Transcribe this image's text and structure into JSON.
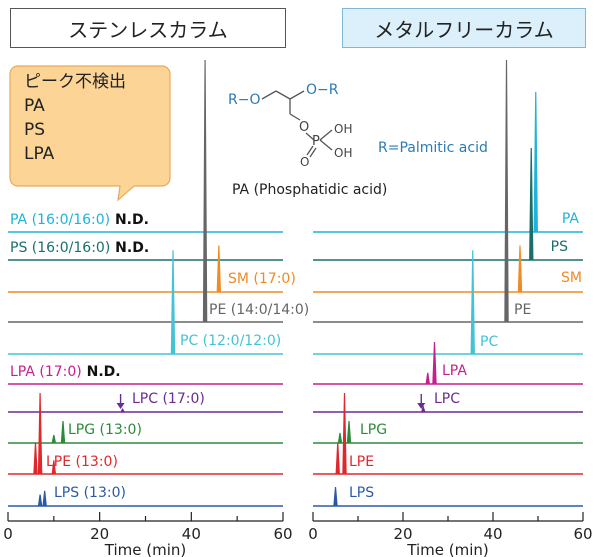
{
  "headers": {
    "left": "ステンレスカラム",
    "right": "メタルフリーカラム"
  },
  "callout": {
    "title": "ピーク不検出",
    "items": [
      "PA",
      "PS",
      "LPA"
    ]
  },
  "structure": {
    "r_left": "R−O",
    "r_right": "O−R",
    "o_chain": "O",
    "p_atom": "P",
    "oh1": "OH",
    "oh2": "OH",
    "o_double": "O",
    "r_def": "R=Palmitic acid",
    "name": "PA (Phosphatidic acid)"
  },
  "colors": {
    "PA": "#1fb3d8",
    "PS": "#1a6f6a",
    "SM": "#f08a24",
    "PE": "#666666",
    "PC": "#45c3d6",
    "LPA": "#c71f8e",
    "LPC": "#6a2b93",
    "LPG": "#2e8a3a",
    "LPE": "#e0282c",
    "LPS": "#2a5aa6",
    "struct": "#2b7bb5"
  },
  "chart_data": [
    {
      "type": "line",
      "panel": "ステンレスカラム",
      "xlabel": "Time (min)",
      "xlim": [
        0,
        60
      ],
      "xticks": [
        0,
        20,
        40,
        60
      ],
      "series": [
        {
          "name": "PA (16:0/16:0)",
          "nd": "N.D.",
          "peaks": []
        },
        {
          "name": "PS (16:0/16:0)",
          "nd": "N.D.",
          "peaks": []
        },
        {
          "name": "SM (17:0)",
          "peaks": [
            [
              46,
              0.75
            ]
          ]
        },
        {
          "name": "PE (14:0/14:0)",
          "peaks": [
            [
              43,
              1.0
            ]
          ]
        },
        {
          "name": "PC (12:0/12:0)",
          "peaks": [
            [
              36,
              0.85
            ]
          ]
        },
        {
          "name": "LPA (17:0)",
          "nd": "N.D.",
          "peaks": []
        },
        {
          "name": "LPC (17:0)",
          "peaks": [
            [
              25,
              0.1
            ]
          ]
        },
        {
          "name": "LPG (13:0)",
          "peaks": [
            [
              10,
              0.2
            ],
            [
              12,
              0.55
            ]
          ]
        },
        {
          "name": "LPE (13:0)",
          "peaks": [
            [
              6,
              0.35
            ],
            [
              7,
              0.9
            ],
            [
              10,
              0.15
            ]
          ]
        },
        {
          "name": "LPS (13:0)",
          "peaks": [
            [
              7,
              0.3
            ],
            [
              8,
              0.4
            ]
          ]
        }
      ]
    },
    {
      "type": "line",
      "panel": "メタルフリーカラム",
      "xlabel": "Time (min)",
      "xlim": [
        0,
        60
      ],
      "xticks": [
        0,
        20,
        40,
        60
      ],
      "series": [
        {
          "name": "PA",
          "peaks": [
            [
              49.5,
              1.0
            ]
          ]
        },
        {
          "name": "PS",
          "peaks": [
            [
              48.5,
              0.8
            ]
          ]
        },
        {
          "name": "SM",
          "peaks": [
            [
              46,
              0.75
            ]
          ]
        },
        {
          "name": "PE",
          "peaks": [
            [
              43,
              1.0
            ]
          ]
        },
        {
          "name": "PC",
          "peaks": [
            [
              35.5,
              0.85
            ]
          ]
        },
        {
          "name": "LPA",
          "peaks": [
            [
              25.5,
              0.2
            ],
            [
              27,
              0.75
            ]
          ]
        },
        {
          "name": "LPC",
          "peaks": [
            [
              24.5,
              0.18
            ]
          ]
        },
        {
          "name": "LPG",
          "peaks": [
            [
              6,
              0.25
            ],
            [
              8,
              0.55
            ]
          ]
        },
        {
          "name": "LPE",
          "peaks": [
            [
              5.5,
              0.35
            ],
            [
              7,
              0.9
            ]
          ]
        },
        {
          "name": "LPS",
          "peaks": [
            [
              5,
              0.5
            ]
          ]
        }
      ]
    }
  ]
}
